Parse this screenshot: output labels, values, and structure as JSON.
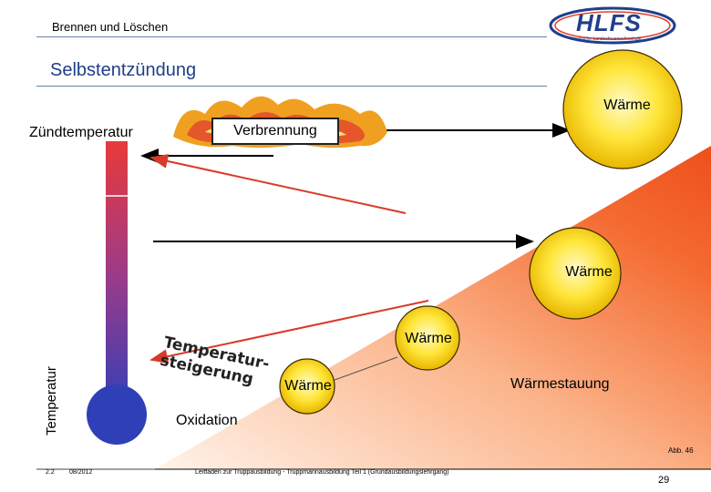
{
  "header": {
    "subject": "Brennen und Löschen",
    "title": "Selbstentzündung"
  },
  "logo": {
    "text": "HLFS",
    "subtitle": "Hessische Landesfeuerwehrschule"
  },
  "diagram": {
    "zuendtemperatur": "Zündtemperatur",
    "verbrennung": "Verbrennung",
    "waerme_top": "Wärme",
    "waerme_mid": "Wärme",
    "waerme_center": "Wärme",
    "waerme_small": "Wärme",
    "temperatur_axis": "Temperatur",
    "temp_steigerung_line1": "Temperatur-",
    "temp_steigerung_line2": "steigerung",
    "oxidation": "Oxidation",
    "waermestauung": "Wärmestauung",
    "abb": "Abb. 46"
  },
  "footer": {
    "section": "2.2",
    "date": "08/2012",
    "source": "Leitfaden zur Truppausbildung - Truppmannausbildung Teil 1 (Grundausbildungslehrgang)",
    "page": "29"
  },
  "colors": {
    "title_blue": "#1f3f8a",
    "thermometer_top": "#e53b3b",
    "thermometer_bottom": "#2d3fb8",
    "heat_gradient_light": "#ffe7d6",
    "heat_gradient_dark": "#f4632a",
    "sphere_yellow": "#ffe23a"
  }
}
